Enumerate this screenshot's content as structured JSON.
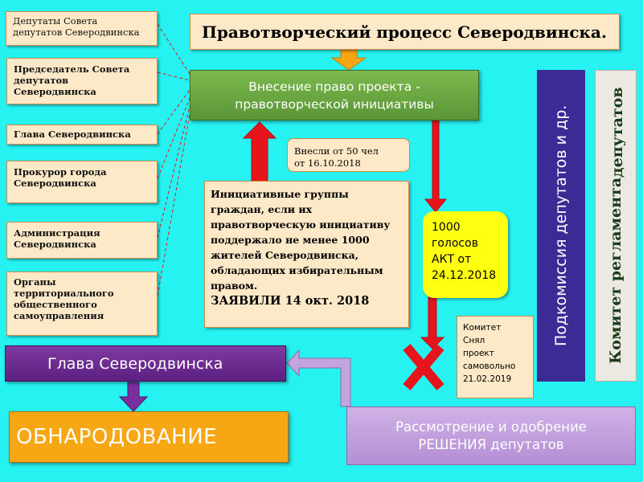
{
  "title": "Правотворческий процесс Северодвинска.",
  "sources": [
    "Депутаты Совета\nдепутатов Северодвинска",
    "Председатель Совета\nдепутатов\nСеверодвинска",
    "Глава Северодвинска",
    "Прокурор   города\nСеверодвинска",
    "Администрация\nСеверодвинска",
    "Органы\nтерриториального\nобщественного\nсамоуправления"
  ],
  "initiative": "Внесение право проекта -\nправотворческой инициативы",
  "note_50": "Внесли от 50 чел\n от  16.10.2018",
  "groups": {
    "text": "Инициативные группы граждан, если их правотворческую инициативу поддержало не менее 1000 жителей Северодвинска, обладающих избирательным правом.",
    "emphasis": "ЗАЯВИЛИ 14 окт. 2018"
  },
  "votes_note": "1000\nголосов\nАКТ от\n24.12.2018",
  "committee_note": "Комитет\nСнял\nпроект\nсамовольно\n21.02.2019",
  "head_box": "Глава Северодвинска",
  "publish": "ОБНАРОДОВАНИЕ",
  "review": "Рассмотрение и одобрение\nРЕШЕНИЯ депутатов",
  "subcommission": "Подкомиссия депутатов и др.",
  "reglament": [
    "Комитет регламента",
    "депутатов"
  ],
  "colors": {
    "background": "#26f2f2",
    "arrow_red": "#e8141c",
    "arrow_orange": "#f6a713",
    "arrow_purple": "#7a2f9e",
    "arrow_lilac": "#c3a4dd",
    "dash": "#e8141c"
  }
}
